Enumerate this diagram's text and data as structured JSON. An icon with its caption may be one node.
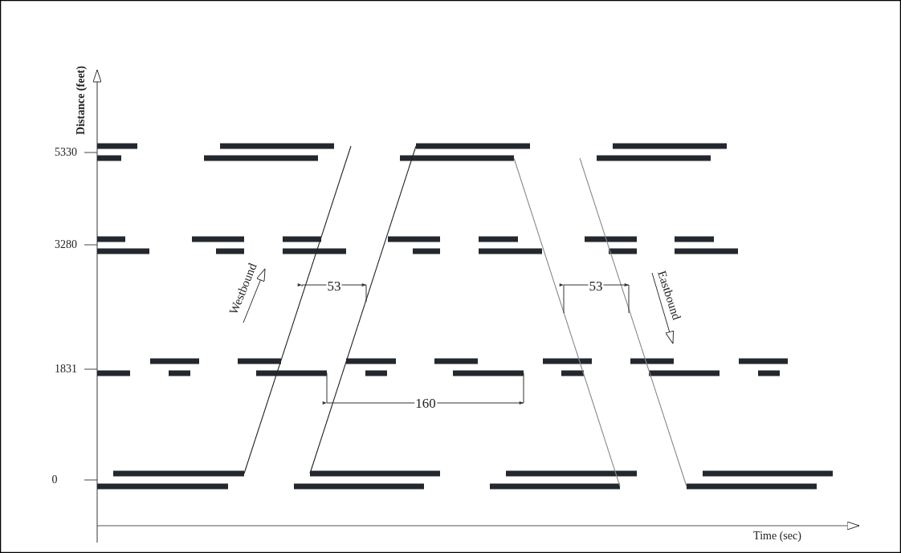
{
  "diagram": {
    "labels": [
      "Distance (feet)",
      "5330",
      "3280",
      "53",
      "53",
      "Westbound",
      "Eastbound",
      "1831",
      "160",
      "0",
      "Time (sec)"
    ]
  }
}
